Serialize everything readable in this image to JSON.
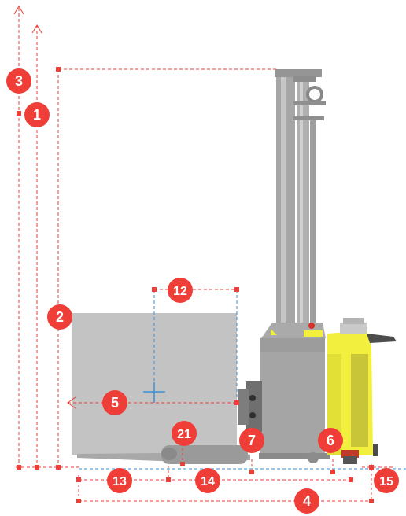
{
  "colors": {
    "marker": "#ee3e37",
    "dim_line": "#ee3e37",
    "load_center": "#3a8fd6",
    "load_box": "#c3c3c3",
    "mast": "#a9a9a9",
    "chassis": "#9c9c9c",
    "body_yellow": "#f2ef3f"
  },
  "markers": [
    {
      "id": "m3",
      "label": "3"
    },
    {
      "id": "m1",
      "label": "1"
    },
    {
      "id": "m2",
      "label": "2"
    },
    {
      "id": "m12",
      "label": "12"
    },
    {
      "id": "m5",
      "label": "5"
    },
    {
      "id": "m21",
      "label": "21"
    },
    {
      "id": "m7",
      "label": "7"
    },
    {
      "id": "m6",
      "label": "6"
    },
    {
      "id": "m13",
      "label": "13"
    },
    {
      "id": "m14",
      "label": "14"
    },
    {
      "id": "m15",
      "label": "15"
    },
    {
      "id": "m4",
      "label": "4"
    }
  ]
}
